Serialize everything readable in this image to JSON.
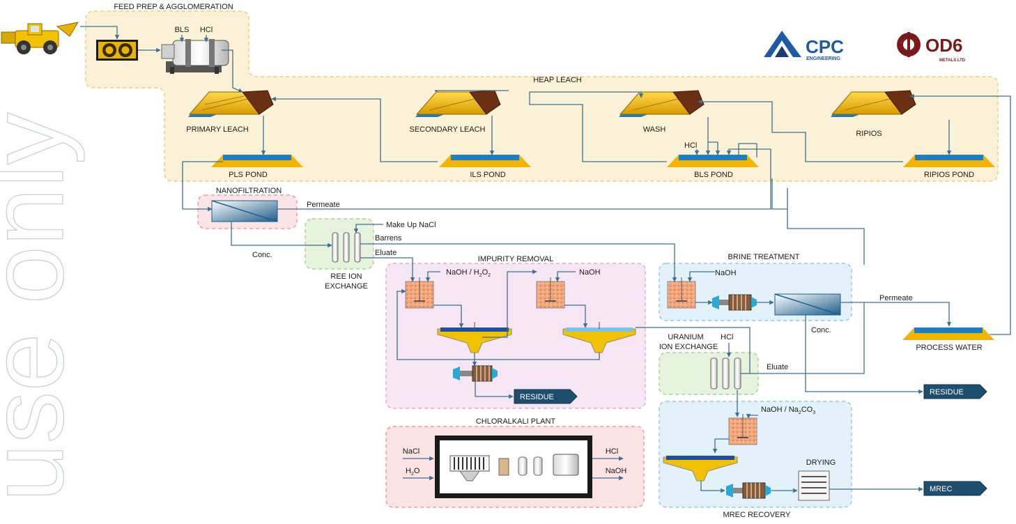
{
  "watermark": "use only",
  "logos": {
    "cpc": {
      "name": "CPC",
      "sub": "ENGINEERING",
      "color": "#1f5aa6",
      "accent": "#1a3c6e"
    },
    "od6": {
      "name": "OD6",
      "sub": "METALS LTD",
      "color": "#7a1a1a"
    }
  },
  "sections": {
    "feed_prep": "FEED PREP & AGGLOMERATION",
    "heap_leach": "HEAP LEACH",
    "nanofiltration": "NANOFILTRATION",
    "ree_ix_line1": "REE ION",
    "ree_ix_line2": "EXCHANGE",
    "impurity_removal": "IMPURITY REMOVAL",
    "brine_treatment": "BRINE TREATMENT",
    "uranium_ix_line1": "URANIUM",
    "uranium_ix_line2": "ION EXCHANGE",
    "chloralkali": "CHLORALKALI PLANT",
    "mrec_recovery": "MREC RECOVERY"
  },
  "heaps": {
    "primary": "PRIMARY LEACH",
    "secondary": "SECONDARY LEACH",
    "wash": "WASH",
    "ripios": "RIPIOS"
  },
  "ponds": {
    "pls": "PLS POND",
    "ils": "ILS POND",
    "bls": "BLS POND",
    "ripios": "RIPIOS POND",
    "process_water": "PROCESS WATER"
  },
  "streams": {
    "bls": "BLS",
    "hcl": "HCl",
    "hcl_bls": "HCl",
    "permeate_nf": "Permeate",
    "conc_nf": "Conc.",
    "makeup_nacl": "Make Up NaCl",
    "barrens": "Barrens",
    "eluate_ree": "Eluate",
    "naoh_h2o2_a": "NaOH / H",
    "naoh_h2o2_sub": "2",
    "naoh_h2o2_b": "O",
    "naoh_h2o2_sub2": "2",
    "naoh_impurity": "NaOH",
    "naoh_brine": "NaOH",
    "permeate_brine": "Permeate",
    "conc_brine": "Conc.",
    "hcl_uranium": "HCl",
    "eluate_uranium": "Eluate",
    "naoh_na2co3_a": "NaOH / Na",
    "naoh_na2co3_sub": "2",
    "naoh_na2co3_b": "CO",
    "naoh_na2co3_sub2": "3",
    "nacl_in": "NaCl",
    "h2o_a": "H",
    "h2o_sub": "2",
    "h2o_b": "O",
    "hcl_out": "HCl",
    "naoh_out": "NaOH",
    "drying": "DRYING"
  },
  "outputs": {
    "residue_impurity": "RESIDUE",
    "residue_brine": "RESIDUE",
    "mrec": "MREC"
  },
  "colors": {
    "flow": "#3f6f8f",
    "arrow_tag": "#1e4e6e",
    "heap_gold": "#e8b400",
    "heap_brown": "#6b2f12",
    "pond_blue": "#1e7fc0",
    "pond_gold": "#f2b400",
    "feed_box": "#fbf1d6",
    "nf_box": "#fbe3e6",
    "ix_box": "#e6f3dc",
    "impurity_box": "#f6e6f3",
    "brine_box": "#e3f1fa",
    "chloralkali_box": "#fbe3e3"
  }
}
